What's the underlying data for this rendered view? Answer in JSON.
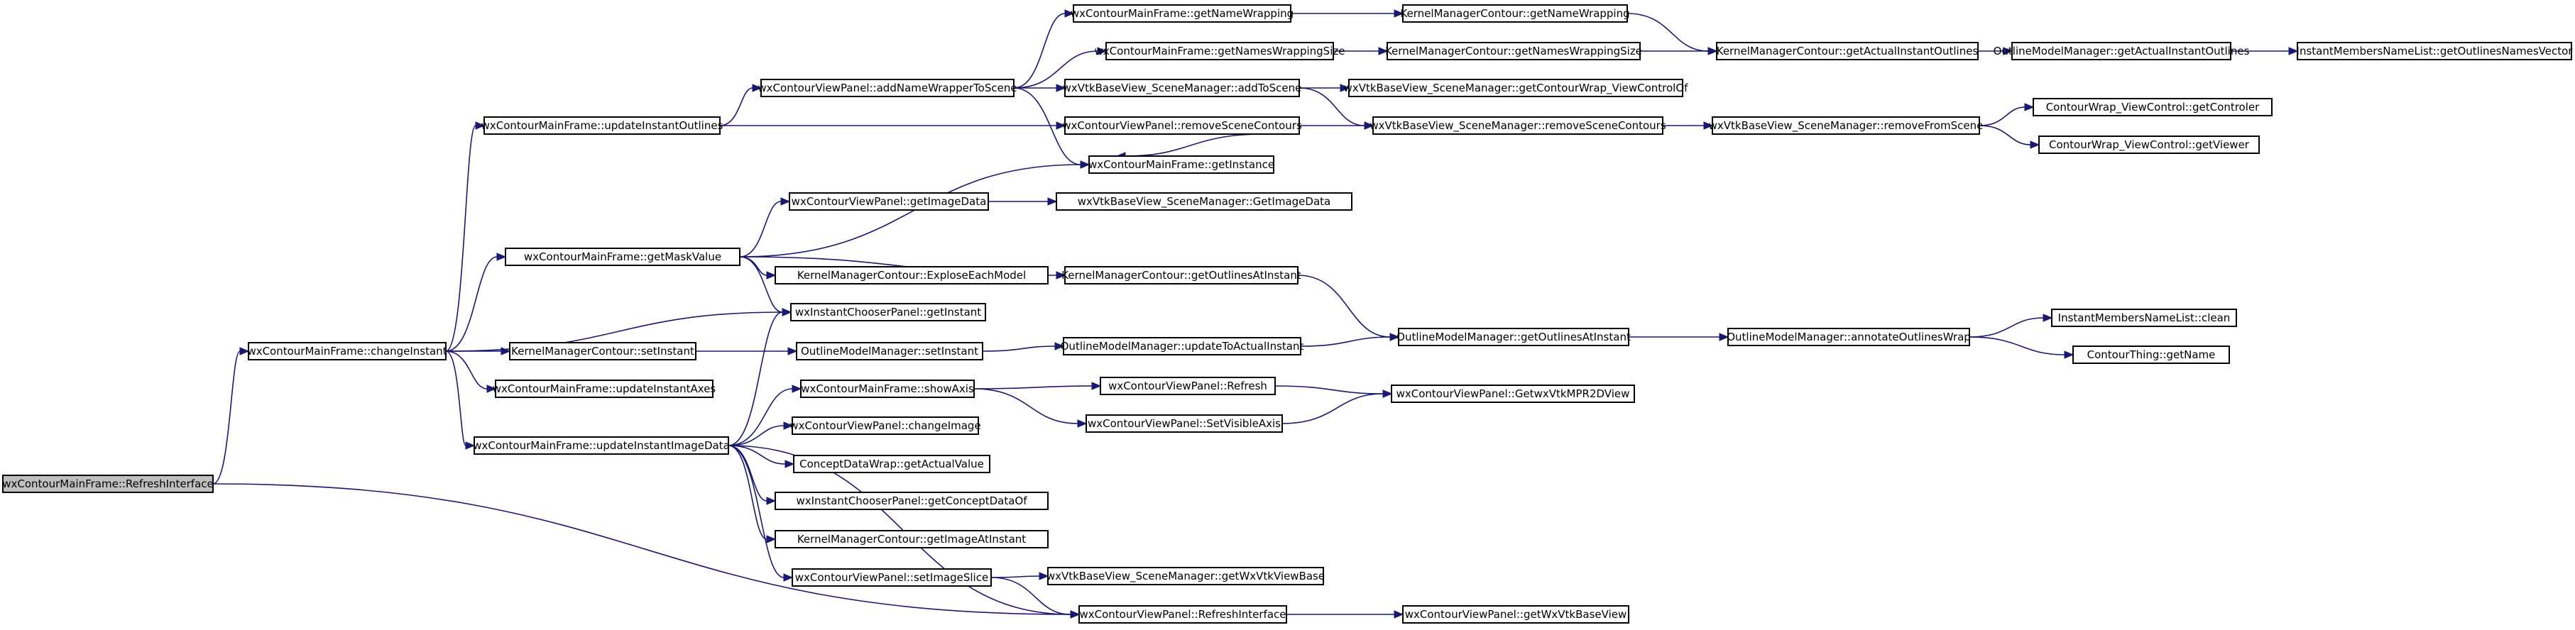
{
  "graph": {
    "edge_color": "#191970",
    "root_fill": "#bfbfbf",
    "nodes": [
      {
        "id": "n0",
        "label": "wxContourMainFrame::RefreshInterface",
        "root": true
      },
      {
        "id": "n1",
        "label": "wxContourMainFrame::changeInstant"
      },
      {
        "id": "n2",
        "label": "wxContourMainFrame::updateInstantOutlines"
      },
      {
        "id": "n3",
        "label": "wxContourMainFrame::getMaskValue"
      },
      {
        "id": "n4",
        "label": "wxInstantChooserPanel::getInstant"
      },
      {
        "id": "n5",
        "label": "KernelManagerContour::setInstant"
      },
      {
        "id": "n6",
        "label": "wxContourMainFrame::updateInstantAxes"
      },
      {
        "id": "n7",
        "label": "wxContourMainFrame::updateInstantImageData"
      },
      {
        "id": "n8",
        "label": "wxContourViewPanel::addNameWrapperToScene"
      },
      {
        "id": "n9",
        "label": "wxContourViewPanel::removeSceneContours"
      },
      {
        "id": "n10",
        "label": "wxContourMainFrame::getNameWrapping"
      },
      {
        "id": "n11",
        "label": "wxContourMainFrame::getNamesWrappingSize"
      },
      {
        "id": "n12",
        "label": "wxVtkBaseView_SceneManager::addToScene"
      },
      {
        "id": "n13",
        "label": "wxContourMainFrame::getInstance"
      },
      {
        "id": "n14",
        "label": "KernelManagerContour::getNameWrapping"
      },
      {
        "id": "n15",
        "label": "KernelManagerContour::getNamesWrappingSize"
      },
      {
        "id": "n16",
        "label": "wxVtkBaseView_SceneManager::getContourWrap_ViewControlOf"
      },
      {
        "id": "n17",
        "label": "wxVtkBaseView_SceneManager::removeSceneContours"
      },
      {
        "id": "n18",
        "label": "KernelManagerContour::getActualInstantOutlines"
      },
      {
        "id": "n19",
        "label": "wxVtkBaseView_SceneManager::removeFromScene"
      },
      {
        "id": "n20",
        "label": "OutlineModelManager::getActualInstantOutlines"
      },
      {
        "id": "n21",
        "label": "InstantMembersNameList::getOutlinesNamesVector"
      },
      {
        "id": "n22",
        "label": "ContourWrap_ViewControl::getControler"
      },
      {
        "id": "n23",
        "label": "ContourWrap_ViewControl::getViewer"
      },
      {
        "id": "n24",
        "label": "wxContourViewPanel::getImageData"
      },
      {
        "id": "n25",
        "label": "KernelManagerContour::ExploseEachModel"
      },
      {
        "id": "n26",
        "label": "KernelManagerContour::getOutlinesAtInstant"
      },
      {
        "id": "n27",
        "label": "wxVtkBaseView_SceneManager::GetImageData"
      },
      {
        "id": "n28",
        "label": "OutlineModelManager::getOutlinesAtInstant"
      },
      {
        "id": "n29",
        "label": "OutlineModelManager::setInstant"
      },
      {
        "id": "n30",
        "label": "OutlineModelManager::updateToActualInstant"
      },
      {
        "id": "n31",
        "label": "OutlineModelManager::annotateOutlinesWrap"
      },
      {
        "id": "n32",
        "label": "InstantMembersNameList::clean"
      },
      {
        "id": "n33",
        "label": "ContourThing::getName"
      },
      {
        "id": "n34",
        "label": "wxContourMainFrame::showAxis"
      },
      {
        "id": "n35",
        "label": "wxContourViewPanel::changeImage"
      },
      {
        "id": "n36",
        "label": "ConceptDataWrap::getActualValue"
      },
      {
        "id": "n37",
        "label": "wxInstantChooserPanel::getConceptDataOf"
      },
      {
        "id": "n38",
        "label": "KernelManagerContour::getImageAtInstant"
      },
      {
        "id": "n39",
        "label": "wxContourViewPanel::setImageSlice"
      },
      {
        "id": "n40",
        "label": "wxContourViewPanel::RefreshInterface"
      },
      {
        "id": "n41",
        "label": "wxContourViewPanel::Refresh"
      },
      {
        "id": "n42",
        "label": "wxContourViewPanel::SetVisibleAxis"
      },
      {
        "id": "n43",
        "label": "wxContourViewPanel::GetwxVtkMPR2DView"
      },
      {
        "id": "n44",
        "label": "wxVtkBaseView_SceneManager::getWxVtkViewBase"
      },
      {
        "id": "n45",
        "label": "wxContourViewPanel::getWxVtkBaseView"
      }
    ],
    "edges": [
      [
        "n0",
        "n1"
      ],
      [
        "n0",
        "n40"
      ],
      [
        "n1",
        "n2"
      ],
      [
        "n1",
        "n3"
      ],
      [
        "n1",
        "n4"
      ],
      [
        "n1",
        "n5"
      ],
      [
        "n1",
        "n6"
      ],
      [
        "n1",
        "n7"
      ],
      [
        "n2",
        "n8"
      ],
      [
        "n2",
        "n9"
      ],
      [
        "n8",
        "n10"
      ],
      [
        "n8",
        "n11"
      ],
      [
        "n8",
        "n12"
      ],
      [
        "n8",
        "n13"
      ],
      [
        "n10",
        "n14"
      ],
      [
        "n11",
        "n15"
      ],
      [
        "n14",
        "n18"
      ],
      [
        "n15",
        "n18"
      ],
      [
        "n12",
        "n16"
      ],
      [
        "n12",
        "n17"
      ],
      [
        "n9",
        "n17"
      ],
      [
        "n9",
        "n13"
      ],
      [
        "n18",
        "n20"
      ],
      [
        "n20",
        "n21"
      ],
      [
        "n17",
        "n19"
      ],
      [
        "n19",
        "n22"
      ],
      [
        "n19",
        "n23"
      ],
      [
        "n3",
        "n13"
      ],
      [
        "n3",
        "n24"
      ],
      [
        "n3",
        "n25"
      ],
      [
        "n3",
        "n26"
      ],
      [
        "n3",
        "n4"
      ],
      [
        "n24",
        "n27"
      ],
      [
        "n26",
        "n28"
      ],
      [
        "n5",
        "n29"
      ],
      [
        "n29",
        "n30"
      ],
      [
        "n30",
        "n28"
      ],
      [
        "n28",
        "n31"
      ],
      [
        "n31",
        "n32"
      ],
      [
        "n31",
        "n33"
      ],
      [
        "n7",
        "n4"
      ],
      [
        "n7",
        "n34"
      ],
      [
        "n7",
        "n35"
      ],
      [
        "n7",
        "n36"
      ],
      [
        "n7",
        "n37"
      ],
      [
        "n7",
        "n38"
      ],
      [
        "n7",
        "n39"
      ],
      [
        "n7",
        "n40"
      ],
      [
        "n34",
        "n41"
      ],
      [
        "n34",
        "n42"
      ],
      [
        "n41",
        "n43"
      ],
      [
        "n42",
        "n43"
      ],
      [
        "n39",
        "n44"
      ],
      [
        "n39",
        "n40"
      ],
      [
        "n40",
        "n45"
      ]
    ]
  }
}
